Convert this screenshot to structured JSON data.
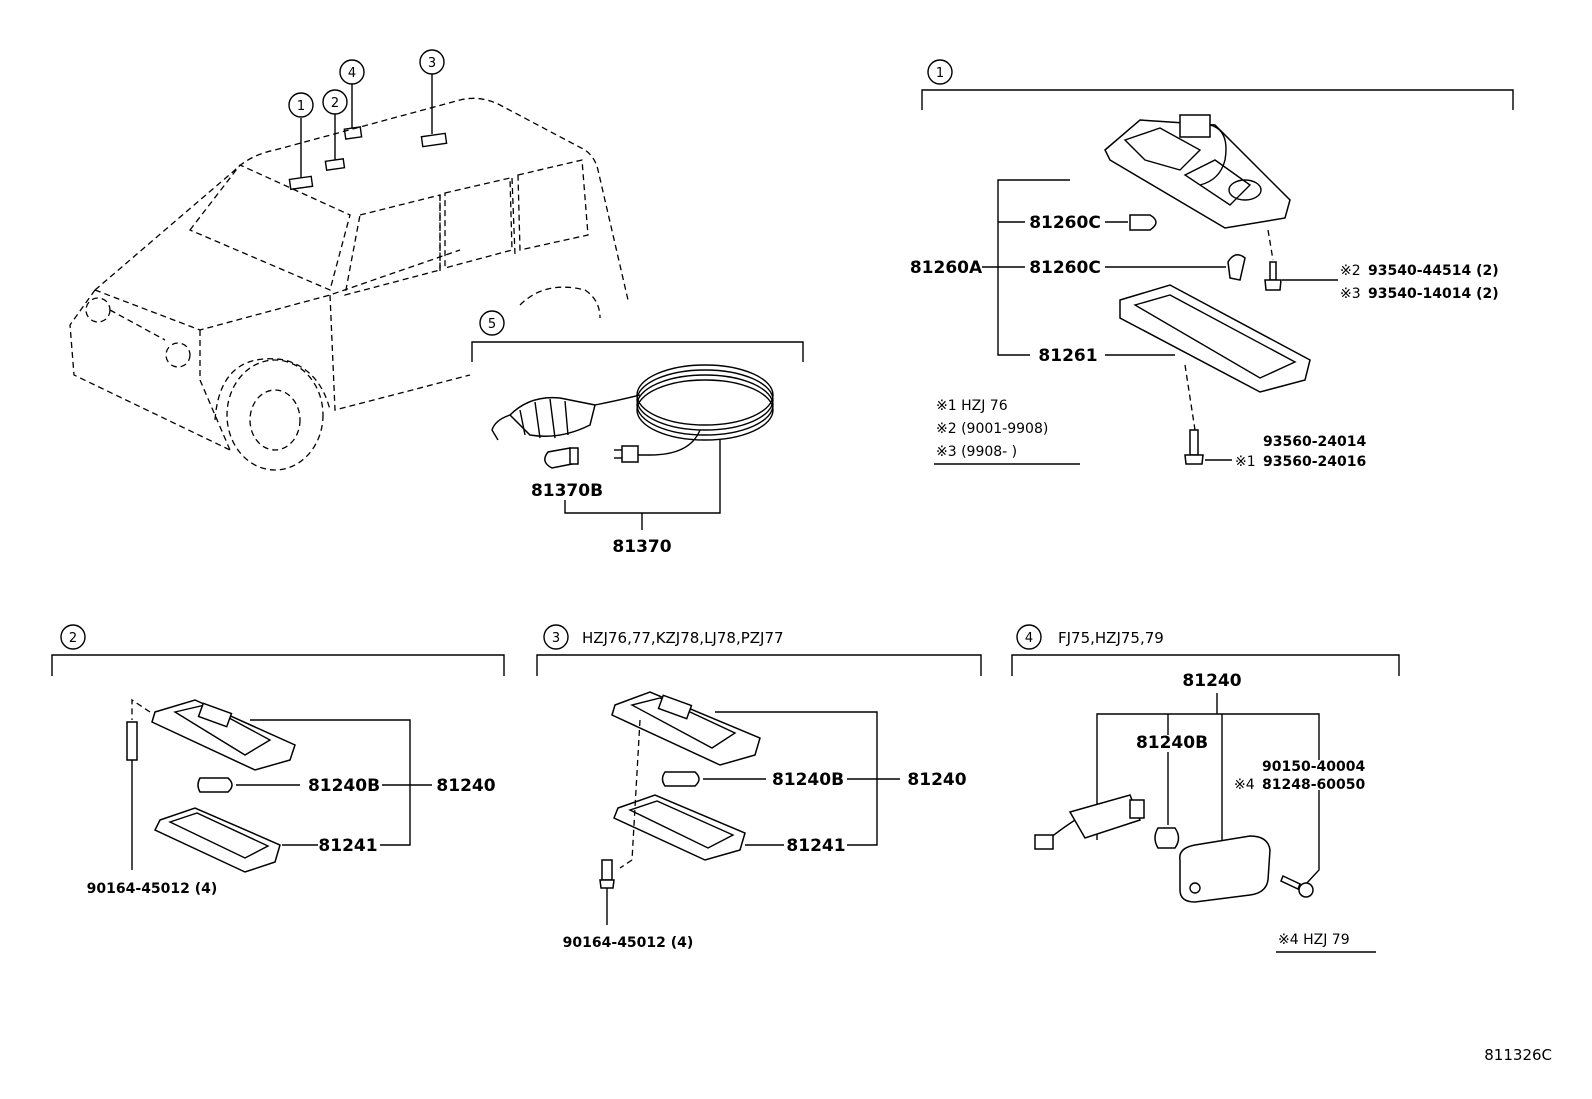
{
  "diagram": {
    "reference_code": "811326C",
    "overview": {
      "markers": [
        "1",
        "2",
        "3",
        "4",
        "5"
      ]
    },
    "section_1": {
      "marker": "1",
      "labels": {
        "assy": "81260A",
        "bulb_a": "81260C",
        "bulb_b": "81260C",
        "lens": "81261",
        "screw_a": "93540-44514 (2)",
        "screw_a_note": "※2",
        "screw_b": "93540-14014 (2)",
        "screw_b_note": "※3",
        "screw_c": "93560-24014",
        "screw_d": "93560-24016",
        "screw_d_note": "※1"
      },
      "notes": [
        "※1  HZJ 76",
        "※2  (9001-9908)",
        "※3  (9908-        )"
      ]
    },
    "section_5": {
      "marker": "5",
      "labels": {
        "bulb": "81370B",
        "assy": "81370"
      }
    },
    "section_2": {
      "marker": "2",
      "labels": {
        "bulb": "81240B",
        "assy": "81240",
        "lens": "81241",
        "screw": "90164-45012 (4)"
      }
    },
    "section_3": {
      "marker": "3",
      "heading": "HZJ76,77,KZJ78,LJ78,PZJ77",
      "labels": {
        "bulb": "81240B",
        "assy": "81240",
        "lens": "81241",
        "screw": "90164-45012 (4)"
      }
    },
    "section_4": {
      "marker": "4",
      "heading": "FJ75,HZJ75,79",
      "labels": {
        "assy": "81240",
        "bulb": "81240B",
        "screw": "90150-40004",
        "lens": "81248-60050",
        "lens_note": "※4"
      },
      "notes": [
        "※4  HZJ 79"
      ]
    }
  }
}
